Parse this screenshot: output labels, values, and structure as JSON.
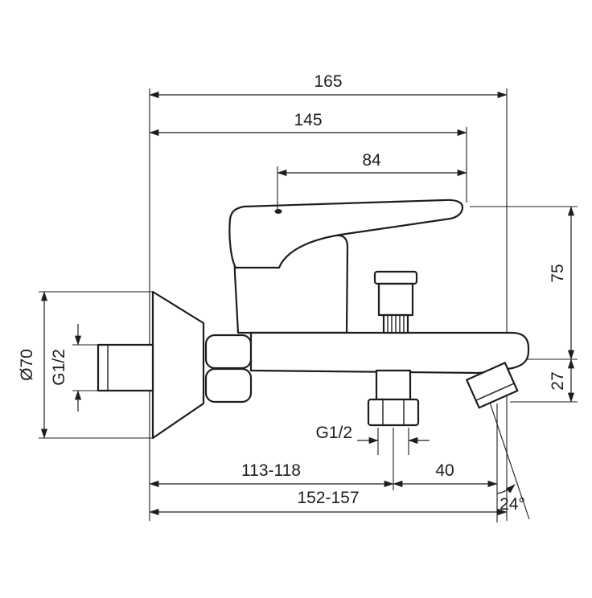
{
  "drawing": {
    "title": "Bath mixer tap dimensional drawing",
    "view": "side elevation with dimension lines"
  },
  "dimensions": {
    "total_width": "165",
    "body_width": "145",
    "handle_length": "84",
    "height_upper": "75",
    "spout_drop": "27",
    "escutcheon_diameter": "Ø70",
    "inlet_thread": "G1/2",
    "outlet_thread": "G1/2",
    "wall_to_outlet": "113-118",
    "outlet_to_spout": "40",
    "wall_to_spout": "152-157",
    "spout_angle": "24°"
  },
  "colors": {
    "line": "#1d1d1b",
    "background": "#ffffff"
  }
}
